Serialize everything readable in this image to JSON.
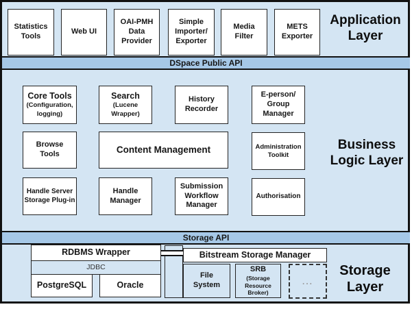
{
  "app_layer": {
    "label": "Application\nLayer",
    "boxes": [
      {
        "label": "Statistics\nTools"
      },
      {
        "label": "Web UI"
      },
      {
        "label": "OAI-PMH\nData\nProvider"
      },
      {
        "label": "Simple\nImporter/\nExporter"
      },
      {
        "label": "Media\nFilter"
      },
      {
        "label": "METS\nExporter"
      }
    ]
  },
  "public_api_bar": {
    "label": "DSpace Public API"
  },
  "business_layer": {
    "label": "Business\nLogic Layer",
    "boxes": {
      "core_tools": {
        "title": "Core Tools",
        "subtitle": "(Configuration,\nlogging)"
      },
      "search": {
        "title": "Search",
        "subtitle": "(Lucene\nWrapper)"
      },
      "history_recorder": {
        "label": "History\nRecorder"
      },
      "eperson_group_manager": {
        "label": "E-person/\nGroup\nManager"
      },
      "browse_tools": {
        "label": "Browse\nTools"
      },
      "content_management": {
        "label": "Content Management"
      },
      "administration_toolkit": {
        "label": "Administration\nToolkit"
      },
      "handle_server_plugin": {
        "label": "Handle Server\nStorage Plug-in"
      },
      "handle_manager": {
        "label": "Handle\nManager"
      },
      "submission_workflow_manager": {
        "label": "Submission\nWorkflow\nManager"
      },
      "authorisation": {
        "label": "Authorisation"
      }
    }
  },
  "storage_api_bar": {
    "label": "Storage API"
  },
  "storage_layer": {
    "label": "Storage\nLayer",
    "rdbms_wrapper": "RDBMS Wrapper",
    "jdbc": "JDBC",
    "postgresql": "PostgreSQL",
    "oracle": "Oracle",
    "bitstream_manager": "Bitstream Storage Manager",
    "file_system": "File\nSystem",
    "srb_title": "SRB",
    "srb_subtitle": "(Storage\nResource\nBroker)",
    "ellipsis": "..."
  },
  "colors": {
    "background": "#d4e5f3",
    "api_bar": "#a6c8e7",
    "box_fill": "#ffffff",
    "border": "#111111"
  }
}
